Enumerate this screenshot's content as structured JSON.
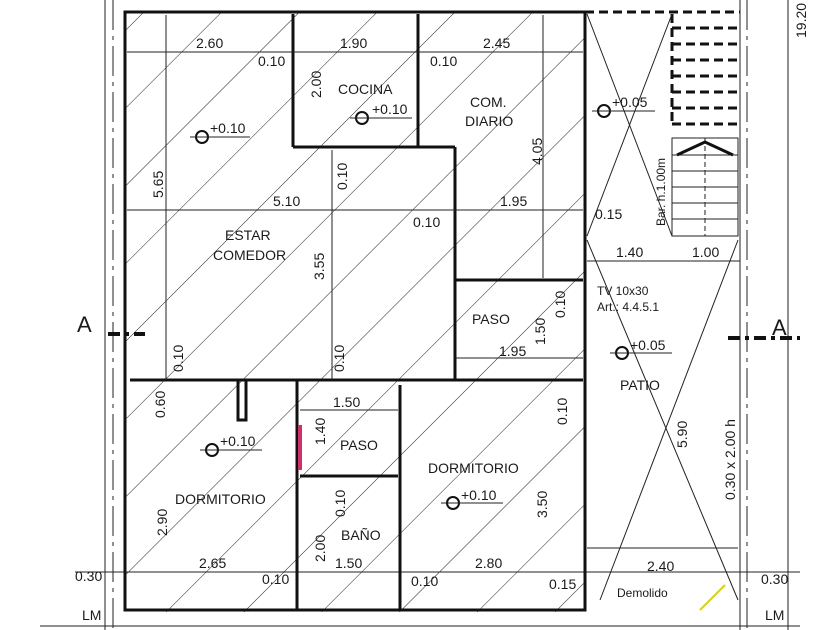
{
  "rooms": {
    "cocina": "COCINA",
    "com_diario_1": "COM.",
    "com_diario_2": "DIARIO",
    "estar_1": "ESTAR",
    "estar_2": "COMEDOR",
    "paso_1": "PASO",
    "paso_2": "PASO",
    "dormitorio_1": "DORMITORIO",
    "dormitorio_2": "DORMITORIO",
    "bano": "BAÑO",
    "patio": "PATIO"
  },
  "levels": [
    "+0.10",
    "+0.10",
    "+0.05",
    "+0.05",
    "+0.10",
    "+0.10"
  ],
  "dimensions": {
    "top": [
      "2.60",
      "0.10",
      "1.90",
      "0.10",
      "2.45"
    ],
    "cocina_h": "2.00",
    "com_h": "4.05",
    "estar_h_left": "5.65",
    "wall_010_a": "0.10",
    "estar_w": "5.10",
    "wall_010_b": "0.10",
    "com_w": "1.95",
    "wall_015": "0.15",
    "estar_h": "3.55",
    "patio_w1": "1.40",
    "patio_w2": "1.00",
    "paso_wall": "0.10",
    "paso_h": "1.50",
    "paso_w": "1.95",
    "wall_010_c": "0.10",
    "wall_010_d": "0.10",
    "closet": "0.60",
    "paso2_w": "1.50",
    "paso2_h": "1.40",
    "wall_010_e": "0.10",
    "patio_h": "5.90",
    "dorm1_h": "2.90",
    "wall_010_f": "0.10",
    "dorm2_h": "3.50",
    "bano_h": "2.00",
    "bano_w": "1.50",
    "dorm1_w": "2.65",
    "dorm2_w": "2.80",
    "patio_w": "2.40",
    "left_setback": "0.30",
    "right_setback": "0.30",
    "bottom_010_a": "0.10",
    "bottom_010_b": "0.10",
    "bottom_015": "0.15",
    "total_length": "19.20"
  },
  "notes": {
    "railing": "Bar. h.1.00m",
    "tv_1": "TV 10x30",
    "tv_2": "Art.: 4.4.5.1",
    "window": "0.30 x 2.00 h",
    "demolished": "Demolido",
    "section_left": "A",
    "section_right": "A",
    "lm_left": "LM",
    "lm_right": "LM"
  },
  "colors": {
    "wall": "#111111",
    "highlight": "#d0306a",
    "demolido": "#d8d020"
  }
}
